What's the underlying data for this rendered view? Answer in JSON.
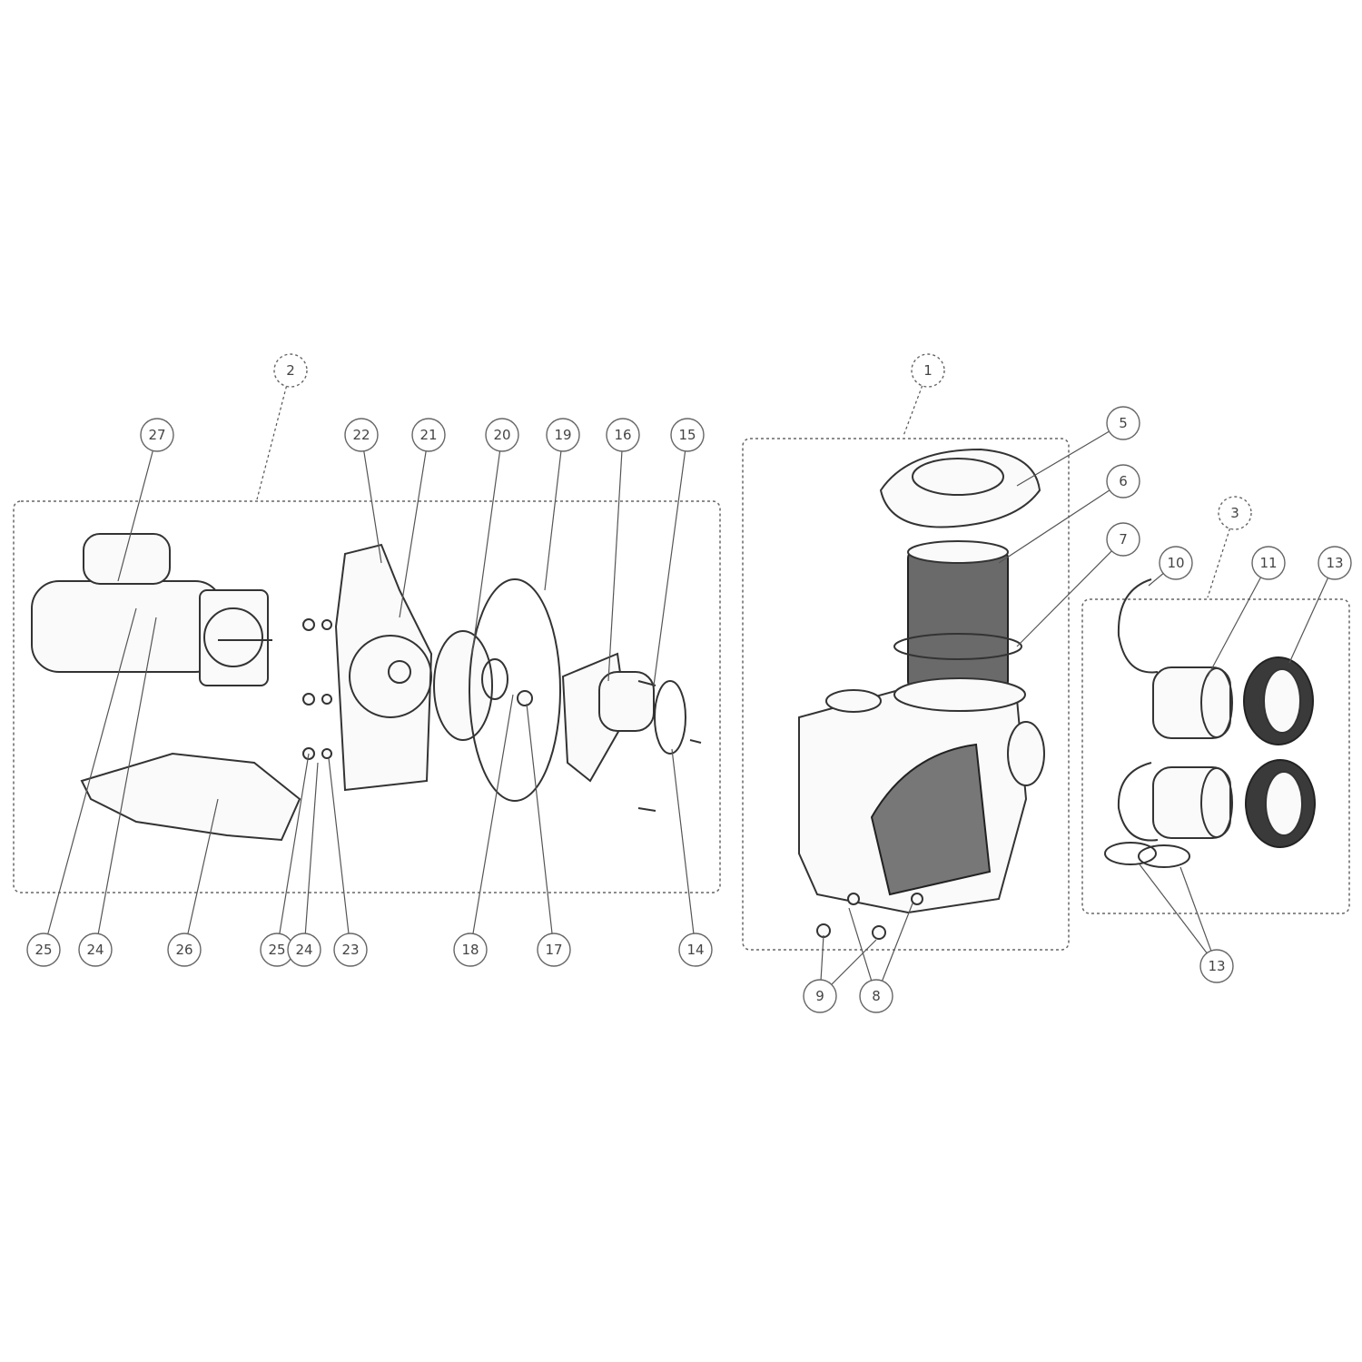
{
  "diagram": {
    "assemblies": [
      {
        "label": "2"
      },
      {
        "label": "1"
      },
      {
        "label": "3"
      }
    ],
    "callouts": [
      {
        "label": "27"
      },
      {
        "label": "22"
      },
      {
        "label": "21"
      },
      {
        "label": "20"
      },
      {
        "label": "19"
      },
      {
        "label": "16"
      },
      {
        "label": "15"
      },
      {
        "label": "25"
      },
      {
        "label": "24"
      },
      {
        "label": "26"
      },
      {
        "label": "25"
      },
      {
        "label": "24"
      },
      {
        "label": "23"
      },
      {
        "label": "18"
      },
      {
        "label": "17"
      },
      {
        "label": "14"
      },
      {
        "label": "5"
      },
      {
        "label": "6"
      },
      {
        "label": "7"
      },
      {
        "label": "9"
      },
      {
        "label": "8"
      },
      {
        "label": "10"
      },
      {
        "label": "11"
      },
      {
        "label": "13"
      },
      {
        "label": "13"
      }
    ]
  }
}
